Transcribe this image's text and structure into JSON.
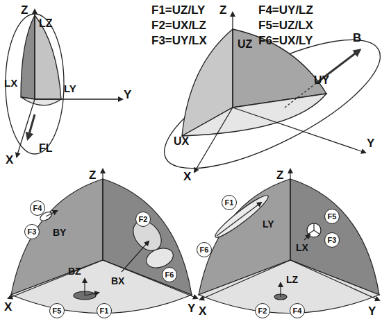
{
  "diagram": {
    "nodes": [
      {
        "text": [
          "F4"
        ]
      },
      {
        "text": [
          "F3"
        ]
      },
      {
        "text": [
          "F2"
        ]
      },
      {
        "text": [
          "F6"
        ]
      },
      {
        "text": [
          "F5"
        ]
      },
      {
        "text": [
          "F1"
        ]
      },
      {
        "text": [
          "F1"
        ]
      },
      {
        "text": [
          "F6"
        ]
      },
      {
        "text": [
          "F5"
        ]
      },
      {
        "text": [
          "F3"
        ]
      },
      {
        "text": [
          "F2"
        ]
      },
      {
        "text": [
          "F4"
        ]
      }
    ],
    "labels": [
      "F1=UZ/LY",
      "F2=UX/LZ",
      "F3=UY/LX",
      "F4=UY/LZ",
      "F5=UZ/LX",
      "F6=UX/LY",
      "Z",
      "LZ",
      "LX",
      "LY",
      "Y",
      "X",
      "FL",
      "Z",
      "UZ",
      "UY",
      "Y",
      "X",
      "UX",
      "B",
      "Z",
      "Y",
      "X",
      "BY",
      "BX",
      "BZ",
      "Z",
      "Y",
      "X",
      "LY",
      "LX",
      "LZ"
    ]
  }
}
